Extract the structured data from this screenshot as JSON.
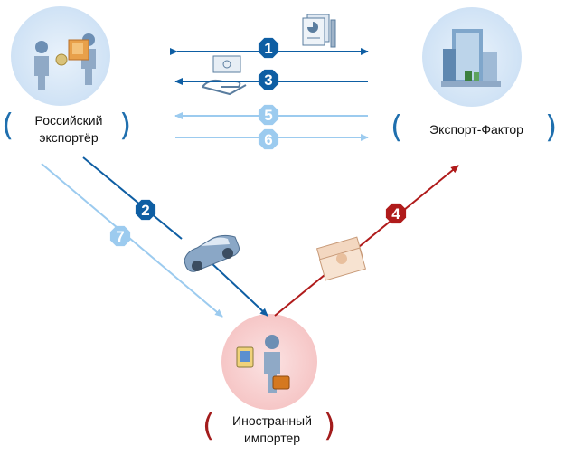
{
  "nodes": {
    "exporter": {
      "label_line1": "Российский",
      "label_line2": "экспортёр",
      "bracket_color": "#1f6fae"
    },
    "factor": {
      "label": "Экспорт-Фактор",
      "bracket_color": "#1f6fae"
    },
    "importer": {
      "label_line1": "Иностранный",
      "label_line2": "импортер",
      "bracket_color": "#a31c1c"
    }
  },
  "steps": [
    {
      "number": "1",
      "color": "#0e5ea3"
    },
    {
      "number": "2",
      "color": "#0e5ea3"
    },
    {
      "number": "3",
      "color": "#0e5ea3"
    },
    {
      "number": "4",
      "color": "#b01b1b"
    },
    {
      "number": "5",
      "color": "#9ccbef"
    },
    {
      "number": "6",
      "color": "#9ccbef"
    },
    {
      "number": "7",
      "color": "#9ccbef"
    }
  ],
  "icons": [
    "documents-icon",
    "payment-hand-icon",
    "car-icon",
    "banknotes-icon",
    "office-building-icon",
    "exporter-people-icon",
    "importer-person-icon"
  ]
}
